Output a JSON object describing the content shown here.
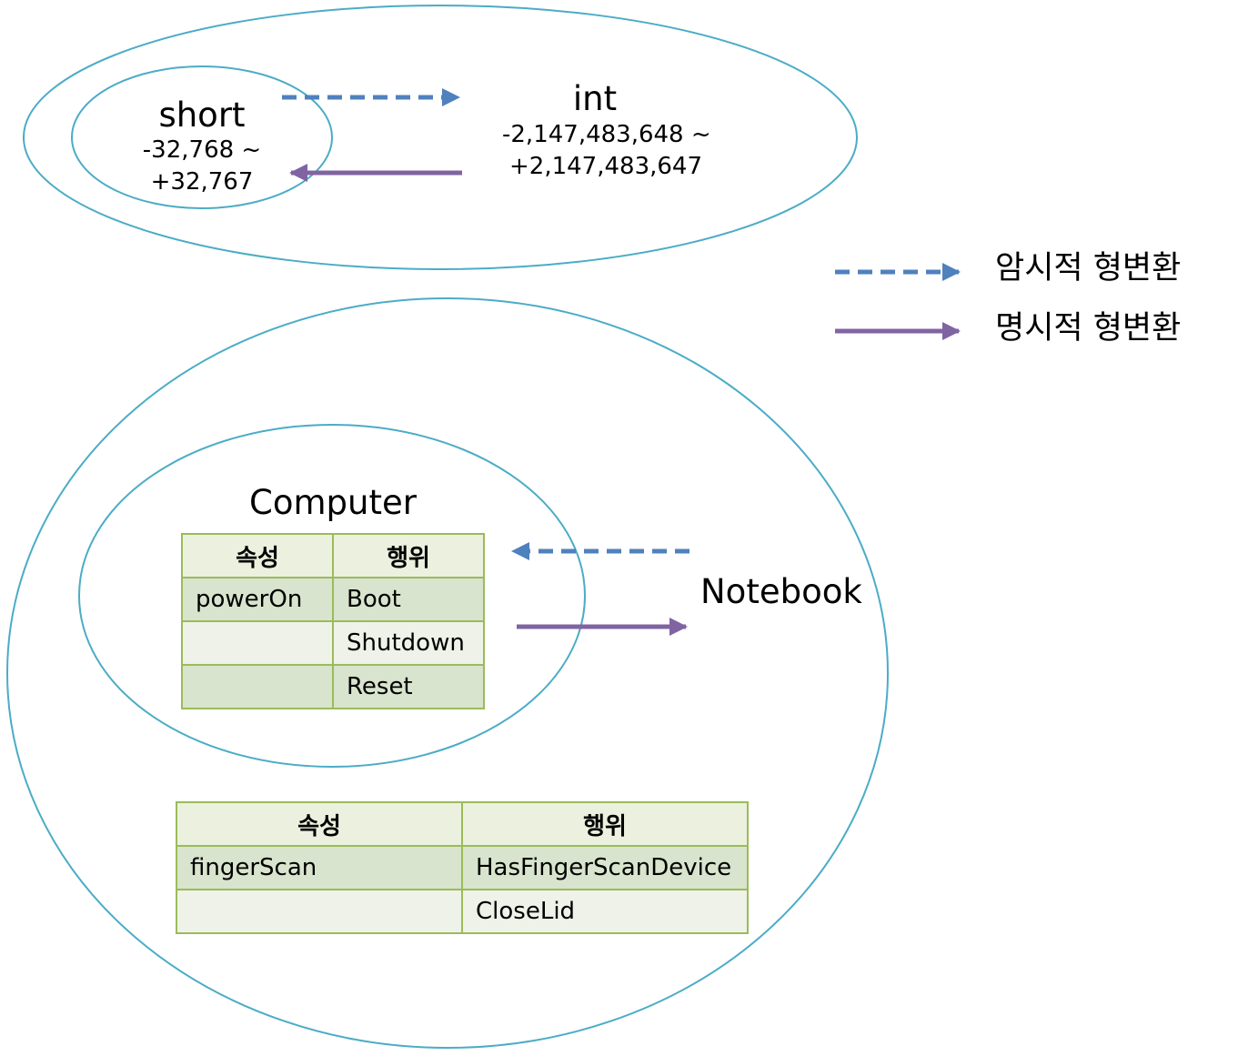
{
  "top": {
    "short_name": "short",
    "short_range_min": "-32,768 ~",
    "short_range_max": "+32,767",
    "int_name": "int",
    "int_range_min": "-2,147,483,648 ~",
    "int_range_max": "+2,147,483,647"
  },
  "legend": {
    "implicit_label": "암시적 형변환",
    "explicit_label": "명시적 형변환"
  },
  "bottom": {
    "computer_title": "Computer",
    "notebook_title": "Notebook",
    "computer_table": {
      "headers": [
        "속성",
        "행위"
      ],
      "rows": [
        [
          "powerOn",
          "Boot"
        ],
        [
          "",
          "Shutdown"
        ],
        [
          "",
          "Reset"
        ]
      ]
    },
    "notebook_table": {
      "headers": [
        "속성",
        "행위"
      ],
      "rows": [
        [
          "fingerScan",
          "HasFingerScanDevice"
        ],
        [
          "",
          "CloseLid"
        ]
      ]
    }
  },
  "colors": {
    "ellipse_stroke": "#4bacc6",
    "implicit_arrow": "#4f81bd",
    "explicit_arrow": "#8064a2",
    "table_border": "#9bbb59"
  }
}
